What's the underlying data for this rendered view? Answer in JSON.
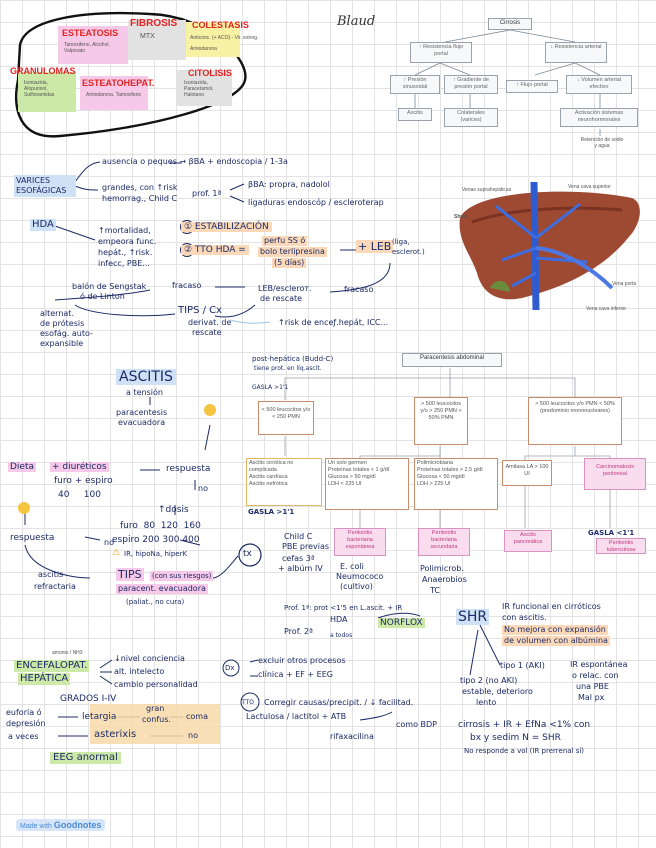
{
  "signature": "Blaud",
  "fibrosis_blob": {
    "esteatosis": "ESTEATOSIS",
    "esteatosis_sub": "Tamoxifeno, Alcohol, Valproato",
    "fibrosis": "FIBROSIS",
    "fibrosis_sub": "MTX",
    "colestasis": "COLESTASIS",
    "colestasis_sub": "Anticonc. (+ ACO) - Vir. estrog.",
    "colestasis_sub2": "Amiodarona",
    "granulomas": "GRANULOMAS",
    "granulomas_sub": "Isoniazida, Alopurinol, Sulfonamidas",
    "esteatohep": "ESTEATOHEPAT.",
    "esteatohep_sub": "Amiodarona, Tamoxifeno",
    "citolisis": "CITOLISIS",
    "citolisis_sub": "Isoniazida, Paracetamol, Halotano"
  },
  "cirrosis_chart": {
    "title": "Cirrosis",
    "left_top": "↑ Resistencia flujo portal",
    "right_top": "↓ Resistencia arterial",
    "row2": [
      "↑ Presión sinusoidal",
      "↑ Gradiente de presión portal",
      "↑ Flujo portal",
      "↓ Volumen arterial efectivo"
    ],
    "row3": [
      "Ascitis",
      "Colaterales (varices)",
      "Activación sistemas neurohormonales"
    ],
    "row4": "Retención de sodio y agua"
  },
  "varices": {
    "title": "VARICES ESOFÁGICAS",
    "line1": "ausencia o peques → βBA + endoscopia / 1-3a",
    "line2a": "grandes, con ↑risk",
    "line2b": "hemorrag., Child C",
    "prof": "prof. 1ª",
    "bba": "βBA: propra, nadolol",
    "ligadura": "ligaduras endoscóp / escleroterap"
  },
  "liver": {
    "venas_supra": "Venas suprahepáticas",
    "vena_cava_sup": "Vena cava superior",
    "shunt": "Shunt",
    "vena_porta": "Vena porta",
    "vena_cava_inf": "Vena cava inferior"
  },
  "hda": {
    "label": "HDA",
    "desc1": "↑mortalidad,",
    "desc2": "empeora func.",
    "desc3": "hepát., ↑risk.",
    "desc4": "infecc, PBE...",
    "step1": "① ESTABILIZACIÓN",
    "step2": "② TTO HDA =",
    "perfu1": "perfu SS ó",
    "perfu2": "bolo terlipresina",
    "perfu3": "(5 días)",
    "leb": "+ LEB",
    "leb_sub": "(liga, esclerot.)",
    "fracaso1": "fracaso",
    "fracaso2": "fracaso",
    "balon1": "balón de Sengstak",
    "balon2": "ó de Linton",
    "alter1": "alternat.",
    "alter2": "de prótesis",
    "alter3": "esofág. auto-",
    "alter4": "expansible",
    "leb_escl1": "LEB/escleroт.",
    "leb_escl2": "de rescate",
    "tips": "TIPS / Cx",
    "tips_sub1": "derivat. de",
    "tips_sub2": "rescate",
    "risk": "↑risk de enceƒ.hepát, ICC..."
  },
  "ascitis": {
    "title": "ASCITIS",
    "sub": "a tensión",
    "para1": "paracentesis",
    "para2": "evacuadora",
    "dieta": "Dieta",
    "diur": "+ diuréticos",
    "furo": "furo + espiro",
    "dose1": "40     100",
    "respuesta": "respuesta",
    "no": "no",
    "dosis": "↑dosis",
    "furo_d": "furo  80  120  160",
    "espiro_d": "espiro 200 300 400",
    "warn": "IR, hipoNa, hiperK",
    "respuesta2": "respuesta",
    "no2": "no",
    "refractaria1": "ascitis",
    "refractaria2": "refractaria",
    "tips": "TIPS",
    "tips_sub": "(con sus riesgos)",
    "para_evac": "paracent. evacuadora",
    "para_evac_sub": "(paliat., no cura)",
    "tx": "tx"
  },
  "paracentesis": {
    "title": "Paracentesis abdominal",
    "post": "post-hepática (Budd-C)",
    "post2": "tiene prot. en líq.ascit.",
    "gasla1": "GASLA >1'1",
    "c500": "< 500 leucocitos y/o < 250 PMN",
    "m500a": "> 500 leucocitos y/o > 250 PMN > 50% PMN",
    "m500b": "> 500 leucocitos y/o PMN < 50% (predominio mononucleares)",
    "box_a": [
      "Ascitis cirrótica no complicada",
      "Ascitis cardíaca",
      "Ascitis nefrótica"
    ],
    "box_b": [
      "Un solo germen",
      "Proteínas totales < 1 g/dl",
      "Glucosa > 50 mg/dl",
      "LDH < 225 UI"
    ],
    "box_c": [
      "Polimicrobiana",
      "Proteínas totales > 2,5 g/dl",
      "Glucosa < 50 mg/dl",
      "LDH > 225 UI"
    ],
    "amilasa": "Amilasa LA > 100 UI",
    "carcino": "Carcinomatosis peritoneal",
    "pbe": "Peritonitis bacteriana espontánea",
    "pbs": "Peritonitis bacteriana secundaria",
    "pancreatica": "Ascitis pancreática",
    "tuberculosa": "Peritonitis tuberculosa",
    "gasla2": "GASLA >1'1",
    "gasla3": "GASLA <1'1",
    "child": "Child C",
    "pbe_prev": "PBE previas",
    "cefas": "cefas 3ª",
    "albumin": "+ albúm IV",
    "ecoli": "E. coli",
    "neumo": "Neumococo",
    "cultivo": "(cultivo)",
    "poli": "Polimicrob.",
    "anaero": "Anaerobios",
    "tc": "TC",
    "prof1": "Prof. 1ª: prot <1'5 en L.ascit. + IR",
    "hda": "HDA",
    "prof2": "Prof. 2ª",
    "norflox": "NORFLOX",
    "atodos": "a todos"
  },
  "shr": {
    "title": "SHR",
    "def1": "IR funcional en cirróticos",
    "def2": "con ascitis.",
    "def3": "No mejora con expansión",
    "def4": "de volumen con albúmina",
    "tipo1": "tipo 1 (AKI)",
    "tipo1b": "IR espontánea",
    "tipo1c": "o relac. con",
    "tipo1d": "una PBE",
    "tipo1e": "Mal px",
    "tipo2": "tipo 2 (no AKI)",
    "tipo2b": "estable, deterioro",
    "tipo2c": "lento",
    "crit1": "cirrosis + IR + EfNa <1% con",
    "crit2": "bx y sedim N = SHR",
    "crit3": "No responde a vol (IR prerrenal sí)"
  },
  "encefalopatia": {
    "title1": "ENCEFALOPAT.",
    "title2": "HEPÁTICA",
    "top": "amonio / NH3",
    "s1": "↓nivel conciencia",
    "s2": "alt. intelecto",
    "s3": "cambio personalidad",
    "grados": "GRADOS I-IV",
    "euforia1": "euforia ó",
    "euforia2": "depresión",
    "letargia": "letargia",
    "gran1": "gran",
    "gran2": "confus.",
    "coma": "coma",
    "aveces": "a veces",
    "asterixis": "asterixis",
    "no": "no",
    "eeg": "EEG anormal",
    "dx": "Dx",
    "dx1": "excluir otros procesos",
    "dx2": "clínica + EF + EEG",
    "tto": "TTO",
    "tto1": "Corregir causas/precipit. / ↓ facilitad.",
    "tto2": "Lactulosa / lactitol + ATB",
    "como": "como BDP",
    "rifa": "rifaxacilina"
  },
  "footer": {
    "made_with": "Made with",
    "app": "Goodnotes"
  }
}
